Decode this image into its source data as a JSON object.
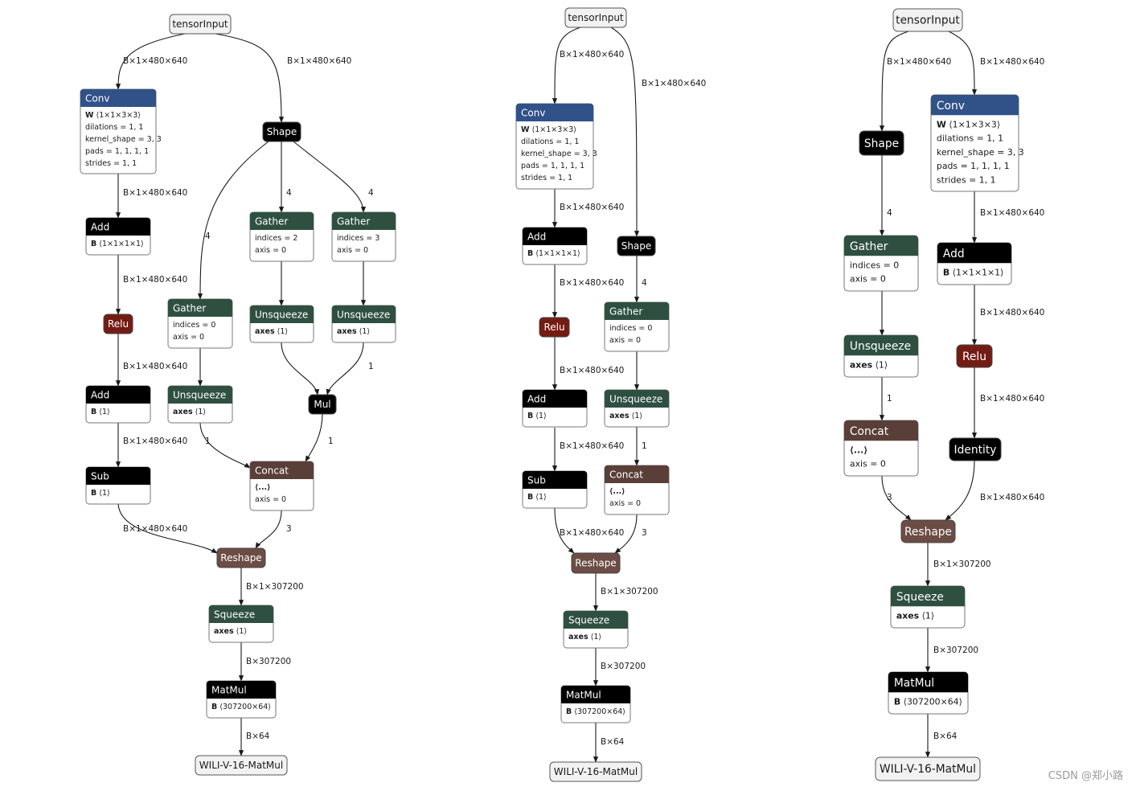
{
  "colors": {
    "conv": "#315189",
    "gather": "#2f5041",
    "op": "#000000",
    "relu": "#731c14",
    "concat": "#5a3f39",
    "reshape": "#6c4d45",
    "io_fill": "#f2f2f2"
  },
  "watermark": "CSDN @郑小路",
  "graphs": [
    {
      "id": "g1",
      "scale": 1.0,
      "nodes": [
        {
          "id": "in",
          "type": "io",
          "label": "tensorInput"
        },
        {
          "id": "conv",
          "type": "conv",
          "label": "Conv",
          "attrs": [
            {
              "k": "W",
              "v": "⟨1×1×3×3⟩",
              "bold": true
            },
            {
              "k": "dilations",
              "v": "= 1, 1"
            },
            {
              "k": "kernel_shape",
              "v": "= 3, 3"
            },
            {
              "k": "pads",
              "v": "= 1, 1, 1, 1"
            },
            {
              "k": "strides",
              "v": "= 1, 1"
            }
          ]
        },
        {
          "id": "shape",
          "type": "op",
          "label": "Shape"
        },
        {
          "id": "gA",
          "type": "gather",
          "label": "Gather",
          "attrs": [
            {
              "k": "indices",
              "v": "= 2"
            },
            {
              "k": "axis",
              "v": "= 0"
            }
          ]
        },
        {
          "id": "gB",
          "type": "gather",
          "label": "Gather",
          "attrs": [
            {
              "k": "indices",
              "v": "= 3"
            },
            {
              "k": "axis",
              "v": "= 0"
            }
          ]
        },
        {
          "id": "add1",
          "type": "op",
          "label": "Add",
          "attrs": [
            {
              "k": "B",
              "v": "⟨1×1×1×1⟩",
              "bold": true
            }
          ]
        },
        {
          "id": "relu",
          "type": "relu",
          "label": "Relu"
        },
        {
          "id": "gC",
          "type": "gather",
          "label": "Gather",
          "attrs": [
            {
              "k": "indices",
              "v": "= 0"
            },
            {
              "k": "axis",
              "v": "= 0"
            }
          ]
        },
        {
          "id": "uA",
          "type": "gather",
          "label": "Unsqueeze",
          "attrs": [
            {
              "k": "axes",
              "v": "⟨1⟩",
              "bold": true
            }
          ]
        },
        {
          "id": "uB",
          "type": "gather",
          "label": "Unsqueeze",
          "attrs": [
            {
              "k": "axes",
              "v": "⟨1⟩",
              "bold": true
            }
          ]
        },
        {
          "id": "add2",
          "type": "op",
          "label": "Add",
          "attrs": [
            {
              "k": "B",
              "v": "⟨1⟩",
              "bold": true
            }
          ]
        },
        {
          "id": "uC",
          "type": "gather",
          "label": "Unsqueeze",
          "attrs": [
            {
              "k": "axes",
              "v": "⟨1⟩",
              "bold": true
            }
          ]
        },
        {
          "id": "mul",
          "type": "op",
          "label": "Mul"
        },
        {
          "id": "sub",
          "type": "op",
          "label": "Sub",
          "attrs": [
            {
              "k": "B",
              "v": "⟨1⟩",
              "bold": true
            }
          ]
        },
        {
          "id": "concat",
          "type": "concat",
          "label": "Concat",
          "attrs": [
            {
              "k": "",
              "v": "⟨...⟩",
              "bold": true
            },
            {
              "k": "axis",
              "v": "= 0"
            }
          ]
        },
        {
          "id": "reshape",
          "type": "reshape",
          "label": "Reshape"
        },
        {
          "id": "squeeze",
          "type": "gather",
          "label": "Squeeze",
          "attrs": [
            {
              "k": "axes",
              "v": "⟨1⟩",
              "bold": true
            }
          ]
        },
        {
          "id": "matmul",
          "type": "op",
          "label": "MatMul",
          "attrs": [
            {
              "k": "B",
              "v": "⟨307200×64⟩",
              "bold": true
            }
          ]
        },
        {
          "id": "out",
          "type": "io",
          "label": "WILI-V-16-MatMul"
        }
      ],
      "edges": [
        {
          "label": "B×1×480×640"
        },
        {
          "label": "B×1×480×640"
        },
        {
          "label": "4"
        },
        {
          "label": "4"
        },
        {
          "label": "4"
        },
        {
          "label": "B×1×480×640"
        },
        {
          "label": "B×1×480×640"
        },
        {
          "label": ""
        },
        {
          "label": ""
        },
        {
          "label": "B×1×480×640"
        },
        {
          "label": ""
        },
        {
          "label": ""
        },
        {
          "label": "1"
        },
        {
          "label": "1"
        },
        {
          "label": "B×1×480×640"
        },
        {
          "label": "1"
        },
        {
          "label": "1"
        },
        {
          "label": "B×1×480×640"
        },
        {
          "label": "3"
        },
        {
          "label": "B×1×307200"
        },
        {
          "label": "B×307200"
        },
        {
          "label": "B×64"
        }
      ]
    },
    {
      "id": "g2",
      "scale": 1.0,
      "nodes": [
        {
          "id": "in",
          "type": "io",
          "label": "tensorInput"
        },
        {
          "id": "conv",
          "type": "conv",
          "label": "Conv",
          "attrs": [
            {
              "k": "W",
              "v": "⟨1×1×3×3⟩",
              "bold": true
            },
            {
              "k": "dilations",
              "v": "= 1, 1"
            },
            {
              "k": "kernel_shape",
              "v": "= 3, 3"
            },
            {
              "k": "pads",
              "v": "= 1, 1, 1, 1"
            },
            {
              "k": "strides",
              "v": "= 1, 1"
            }
          ]
        },
        {
          "id": "add1",
          "type": "op",
          "label": "Add",
          "attrs": [
            {
              "k": "B",
              "v": "⟨1×1×1×1⟩",
              "bold": true
            }
          ]
        },
        {
          "id": "shape",
          "type": "op",
          "label": "Shape"
        },
        {
          "id": "relu",
          "type": "relu",
          "label": "Relu"
        },
        {
          "id": "gA",
          "type": "gather",
          "label": "Gather",
          "attrs": [
            {
              "k": "indices",
              "v": "= 0"
            },
            {
              "k": "axis",
              "v": "= 0"
            }
          ]
        },
        {
          "id": "add2",
          "type": "op",
          "label": "Add",
          "attrs": [
            {
              "k": "B",
              "v": "⟨1⟩",
              "bold": true
            }
          ]
        },
        {
          "id": "uA",
          "type": "gather",
          "label": "Unsqueeze",
          "attrs": [
            {
              "k": "axes",
              "v": "⟨1⟩",
              "bold": true
            }
          ]
        },
        {
          "id": "sub",
          "type": "op",
          "label": "Sub",
          "attrs": [
            {
              "k": "B",
              "v": "⟨1⟩",
              "bold": true
            }
          ]
        },
        {
          "id": "concat",
          "type": "concat",
          "label": "Concat",
          "attrs": [
            {
              "k": "",
              "v": "⟨...⟩",
              "bold": true
            },
            {
              "k": "axis",
              "v": "= 0"
            }
          ]
        },
        {
          "id": "reshape",
          "type": "reshape",
          "label": "Reshape"
        },
        {
          "id": "squeeze",
          "type": "gather",
          "label": "Squeeze",
          "attrs": [
            {
              "k": "axes",
              "v": "⟨1⟩",
              "bold": true
            }
          ]
        },
        {
          "id": "matmul",
          "type": "op",
          "label": "MatMul",
          "attrs": [
            {
              "k": "B",
              "v": "⟨307200×64⟩",
              "bold": true
            }
          ]
        },
        {
          "id": "out",
          "type": "io",
          "label": "WILI-V-16-MatMul"
        }
      ],
      "edges": [
        {
          "label": "B×1×480×640"
        },
        {
          "label": "B×1×480×640"
        },
        {
          "label": "B×1×480×640"
        },
        {
          "label": "4"
        },
        {
          "label": "B×1×480×640"
        },
        {
          "label": ""
        },
        {
          "label": "B×1×480×640"
        },
        {
          "label": "1"
        },
        {
          "label": "B×1×480×640"
        },
        {
          "label": "3"
        },
        {
          "label": "B×1×307200"
        },
        {
          "label": "B×307200"
        },
        {
          "label": "B×64"
        }
      ]
    },
    {
      "id": "g3",
      "scale": 1.15,
      "nodes": [
        {
          "id": "in",
          "type": "io",
          "label": "tensorInput"
        },
        {
          "id": "shape",
          "type": "op",
          "label": "Shape"
        },
        {
          "id": "conv",
          "type": "conv",
          "label": "Conv",
          "attrs": [
            {
              "k": "W",
              "v": "⟨1×1×3×3⟩",
              "bold": true
            },
            {
              "k": "dilations",
              "v": "= 1, 1"
            },
            {
              "k": "kernel_shape",
              "v": "= 3, 3"
            },
            {
              "k": "pads",
              "v": "= 1, 1, 1, 1"
            },
            {
              "k": "strides",
              "v": "= 1, 1"
            }
          ]
        },
        {
          "id": "gA",
          "type": "gather",
          "label": "Gather",
          "attrs": [
            {
              "k": "indices",
              "v": "= 0"
            },
            {
              "k": "axis",
              "v": "= 0"
            }
          ]
        },
        {
          "id": "add1",
          "type": "op",
          "label": "Add",
          "attrs": [
            {
              "k": "B",
              "v": "⟨1×1×1×1⟩",
              "bold": true
            }
          ]
        },
        {
          "id": "uA",
          "type": "gather",
          "label": "Unsqueeze",
          "attrs": [
            {
              "k": "axes",
              "v": "⟨1⟩",
              "bold": true
            }
          ]
        },
        {
          "id": "relu",
          "type": "relu",
          "label": "Relu"
        },
        {
          "id": "identity",
          "type": "op",
          "label": "Identity"
        },
        {
          "id": "concat",
          "type": "concat",
          "label": "Concat",
          "attrs": [
            {
              "k": "",
              "v": "⟨...⟩",
              "bold": true
            },
            {
              "k": "axis",
              "v": "= 0"
            }
          ]
        },
        {
          "id": "reshape",
          "type": "reshape",
          "label": "Reshape"
        },
        {
          "id": "squeeze",
          "type": "gather",
          "label": "Squeeze",
          "attrs": [
            {
              "k": "axes",
              "v": "⟨1⟩",
              "bold": true
            }
          ]
        },
        {
          "id": "matmul",
          "type": "op",
          "label": "MatMul",
          "attrs": [
            {
              "k": "B",
              "v": "⟨307200×64⟩",
              "bold": true
            }
          ]
        },
        {
          "id": "out",
          "type": "io",
          "label": "WILI-V-16-MatMul"
        }
      ],
      "edges": [
        {
          "label": "B×1×480×640"
        },
        {
          "label": "B×1×480×640"
        },
        {
          "label": "4"
        },
        {
          "label": "B×1×480×640"
        },
        {
          "label": ""
        },
        {
          "label": "B×1×480×640"
        },
        {
          "label": "1"
        },
        {
          "label": "B×1×480×640"
        },
        {
          "label": "3"
        },
        {
          "label": "B×1×480×640"
        },
        {
          "label": "B×1×307200"
        },
        {
          "label": "B×307200"
        },
        {
          "label": "B×64"
        }
      ]
    }
  ]
}
